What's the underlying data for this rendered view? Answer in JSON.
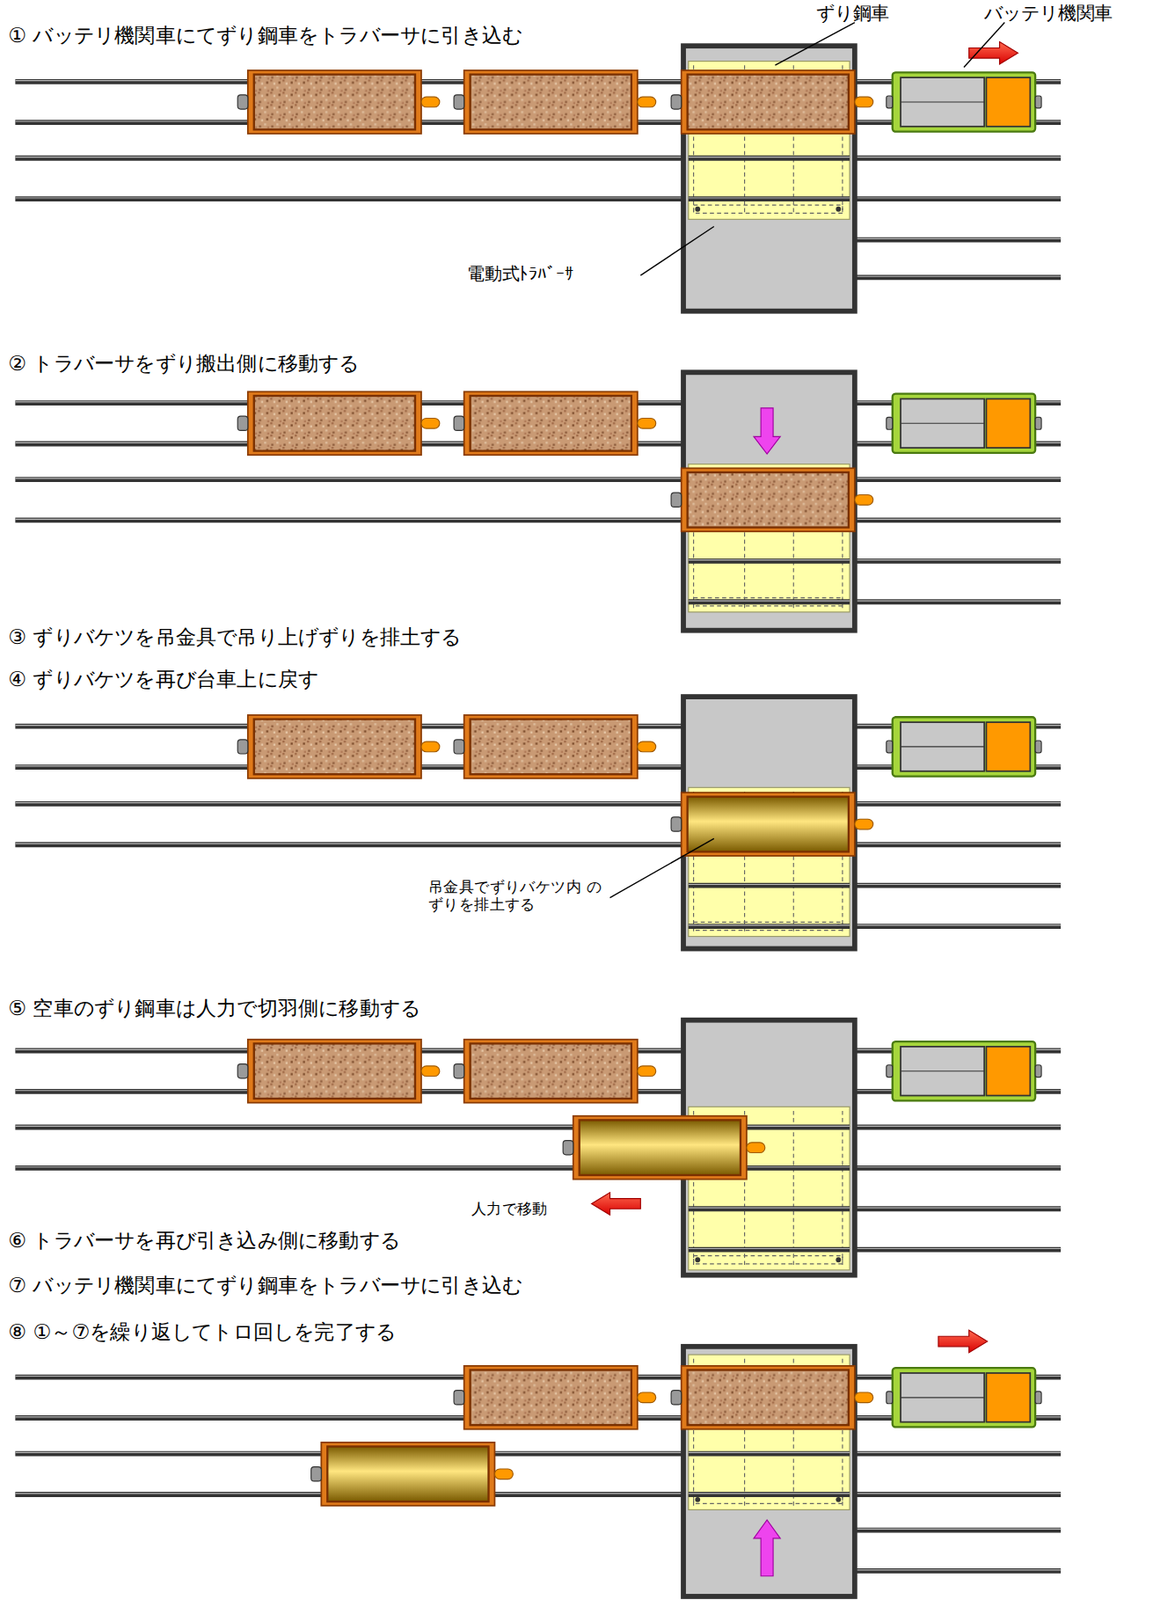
{
  "diagram": {
    "labels": [
      "① バッテリ機関車にてずり鋼車をトラバーサに引き込む",
      "ずり鋼車",
      "バッテリ機関車",
      "電動式ﾄﾗﾊﾞｰｻ",
      "② トラバーサをずり搬出側に移動する",
      "③ ずりバケツを吊金具で吊り上げずりを排土する",
      "④ ずりバケツを再び台車上に戻す",
      "吊金具でずりバケツ内 のずりを排土する",
      "⑤ 空車のずり鋼車は人力で切羽側に移動する",
      "人力で移動",
      "⑥ トラバーサを再び引き込み側に移動する",
      "⑦ バッテリ機関車にてずり鋼車をトラバーサに引き込む",
      "⑧ ①～⑦を繰り返してトロ回しを完了する"
    ]
  }
}
